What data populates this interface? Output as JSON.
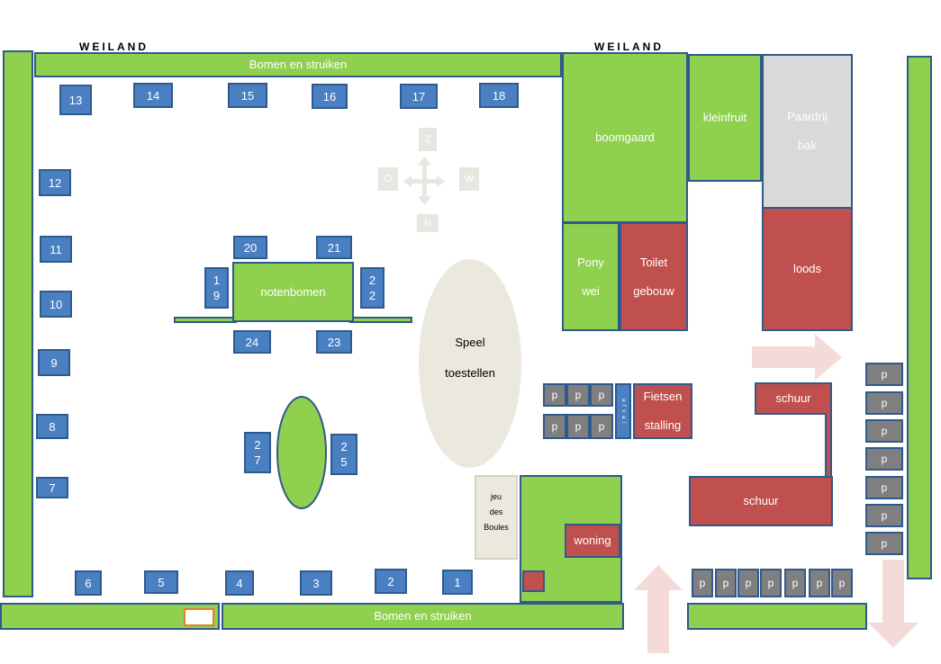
{
  "labels": {
    "weiland_left": "WEILAND",
    "weiland_right": "WEILAND",
    "bomen_top": "Bomen en struiken",
    "bomen_bottom": "Bomen en struiken",
    "boomgaard": "boomgaard",
    "kleinfruit": "kleinfruit",
    "paardrijbak": "Paardrij\nbak",
    "loods": "loods",
    "pony_wei": "Pony\nwei",
    "toilet": "Toilet\ngebouw",
    "notenbomen": "notenbomen",
    "speeltoestellen": "Speel\ntoestellen",
    "fietsenstalling": "Fietsen\nstalling",
    "schuur_small": "schuur",
    "schuur_large": "schuur",
    "woning": "woning",
    "jeu_des_boules": "jeu\ndes\nBoules",
    "afval": "a f v a l"
  },
  "compass": {
    "z": "Z",
    "o": "O",
    "w": "W",
    "n": "N"
  },
  "plots": {
    "p1": "1",
    "p2": "2",
    "p3": "3",
    "p4": "4",
    "p5": "5",
    "p6": "6",
    "p7": "7",
    "p8": "8",
    "p9": "9",
    "p10": "10",
    "p11": "11",
    "p12": "12",
    "p13": "13",
    "p14": "14",
    "p15": "15",
    "p16": "16",
    "p17": "17",
    "p18": "18",
    "p19": "1\n9",
    "p20": "20",
    "p21": "21",
    "p22": "2\n2",
    "p23": "23",
    "p24": "24",
    "p25": "2\n5",
    "p27": "2\n7"
  },
  "parking_label": "p"
}
